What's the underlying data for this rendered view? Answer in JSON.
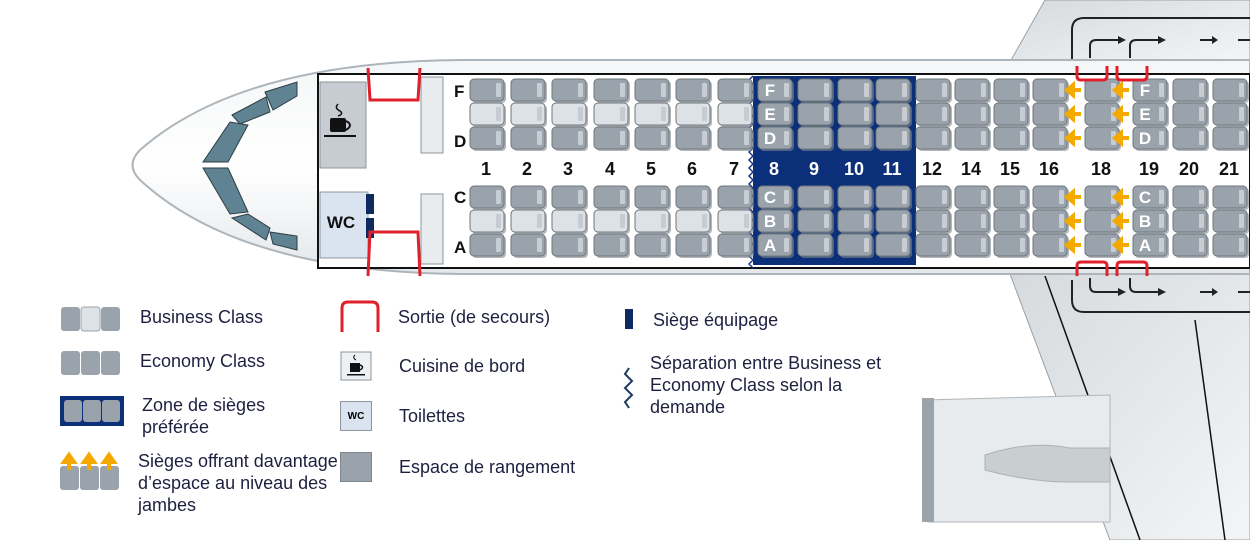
{
  "title": "Plan de cabine",
  "colors": {
    "preferred_zone": "#0c2f7a",
    "exit": "#e0202a",
    "legroom_arrow": "#f5a800",
    "seat": "#9aa3ab",
    "seat_light": "#dde2e6",
    "crew_seat": "#0e2a5e",
    "text": "#1e2040"
  },
  "cabin": {
    "galley_label": "cup-icon",
    "wc_label": "WC",
    "side_letters_left_upper": [
      "F",
      "D"
    ],
    "side_letters_left_lower": [
      "C",
      "A"
    ],
    "rows": [
      {
        "number": "1",
        "zone": "business"
      },
      {
        "number": "2",
        "zone": "business"
      },
      {
        "number": "3",
        "zone": "business"
      },
      {
        "number": "4",
        "zone": "business"
      },
      {
        "number": "5",
        "zone": "business"
      },
      {
        "number": "6",
        "zone": "business"
      },
      {
        "number": "7",
        "zone": "business"
      },
      {
        "number": "8",
        "zone": "preferred",
        "letters": true
      },
      {
        "number": "9",
        "zone": "preferred"
      },
      {
        "number": "10",
        "zone": "preferred"
      },
      {
        "number": "11",
        "zone": "preferred"
      },
      {
        "number": "12",
        "zone": "economy"
      },
      {
        "number": "14",
        "zone": "economy"
      },
      {
        "number": "15",
        "zone": "economy"
      },
      {
        "number": "16",
        "zone": "economy"
      },
      {
        "number": "18",
        "zone": "legroom"
      },
      {
        "number": "19",
        "zone": "legroom",
        "letters": true
      },
      {
        "number": "20",
        "zone": "economy"
      },
      {
        "number": "21",
        "zone": "economy"
      }
    ],
    "seat_letters_upper": [
      "F",
      "E",
      "D"
    ],
    "seat_letters_lower": [
      "C",
      "B",
      "A"
    ]
  },
  "legend": [
    {
      "id": "business",
      "label": "Business Class"
    },
    {
      "id": "economy",
      "label": "Economy Class"
    },
    {
      "id": "preferred",
      "label": "Zone de sièges préférée"
    },
    {
      "id": "legroom",
      "label": "Sièges offrant davantage d’espace au niveau des jambes"
    },
    {
      "id": "exit",
      "label": "Sortie (de secours)"
    },
    {
      "id": "galley",
      "label": "Cuisine de bord"
    },
    {
      "id": "toilet",
      "label": "Toilettes",
      "icon_text": "WC"
    },
    {
      "id": "storage",
      "label": "Espace de rangement"
    },
    {
      "id": "crew",
      "label": "Siège équipage"
    },
    {
      "id": "separation",
      "label": "Séparation entre Business et Economy Class selon la demande"
    }
  ]
}
